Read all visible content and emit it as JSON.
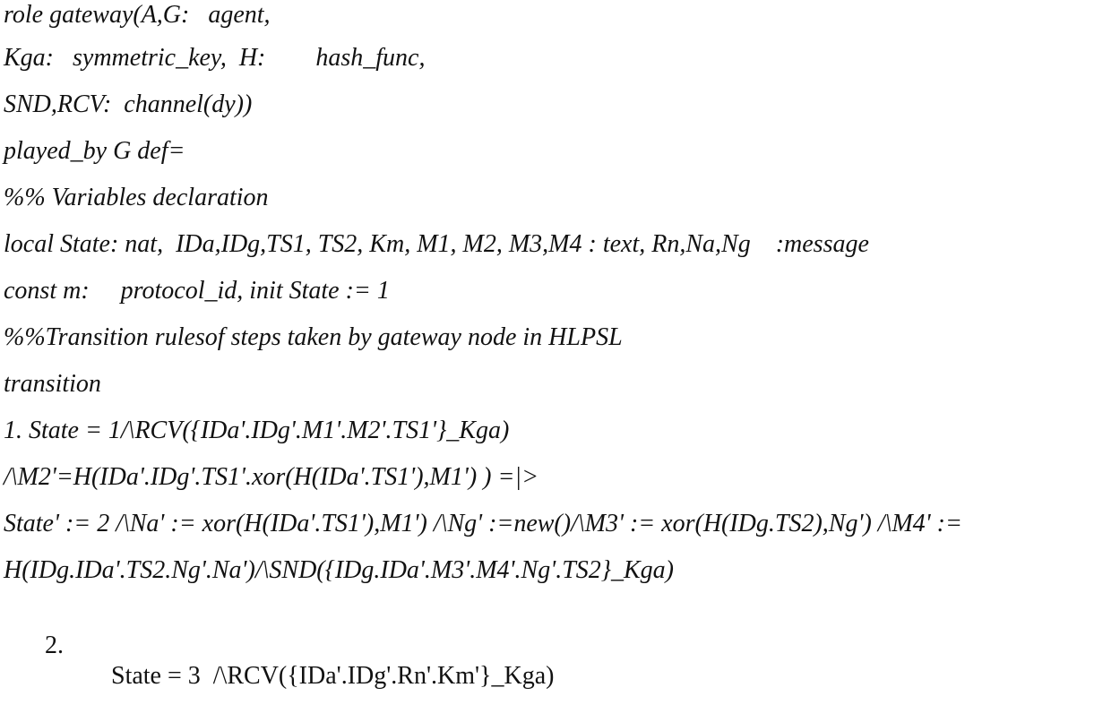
{
  "document": {
    "lines": [
      "role gateway(A,G:   agent,",
      "Kga:   symmetric_key,  H:        hash_func,",
      "SND,RCV:  channel(dy))",
      "played_by G def=",
      "%% Variables declaration",
      "local State: nat,  IDa,IDg,TS1, TS2, Km, M1, M2, M3,M4 : text, Rn,Na,Ng    :message",
      "const m:     protocol_id, init State := 1",
      "%%Transition rulesof steps taken by gateway node in HLPSL",
      "transition",
      "1. State = 1/\\RCV({IDa'.IDg'.M1'.M2'.TS1'}_Kga)",
      "/\\M2'=H(IDa'.IDg'.TS1'.xor(H(IDa'.TS1'),M1') ) =|>",
      "State' := 2 /\\Na' := xor(H(IDa'.TS1'),M1') /\\Ng' :=new()/\\M3' := xor(H(IDg.TS2),Ng') /\\M4' :=",
      "H(IDg.IDa'.TS2.Ng'.Na')/\\SND({IDg.IDa'.M3'.M4'.Ng'.TS2}_Kga)"
    ],
    "last_line": {
      "number": "2.",
      "text": "State = 3  /\\RCV({IDa'.IDg'.Rn'.Km'}_Kga)"
    }
  }
}
